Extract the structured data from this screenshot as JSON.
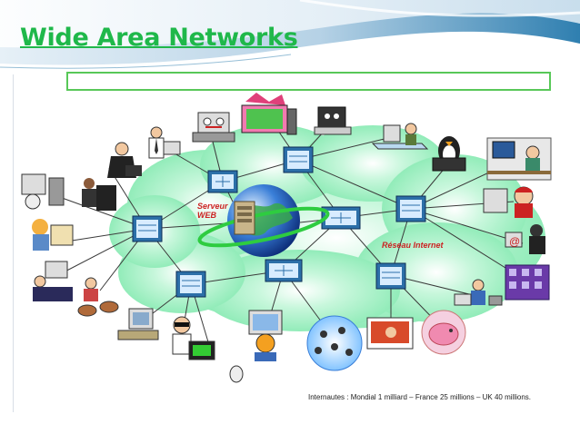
{
  "slide": {
    "title": "Wide Area Networks",
    "subtitle": ""
  },
  "diagram": {
    "server_label_line1": "Serveur",
    "server_label_line2": "WEB",
    "network_label": "Réseau Internet",
    "footnote": "Internautes : Mondial 1 milliard – France 25 millions – UK 40 millions."
  },
  "colors": {
    "title": "#1fb84a",
    "cloud": "#8ff0b8",
    "box_border": "#58c858",
    "header_wave": "#2f7fb0",
    "label_red": "#cc2222"
  },
  "icons": [
    "monster-computer-icon",
    "fax-robot-icon",
    "computer-face-icon",
    "office-worker-icon",
    "penguin-laptop-icon",
    "desk-user-icon",
    "phone-man-icon",
    "robot-computer-icon",
    "typing-user-icon",
    "computer-user-icon",
    "woman-computer-icon",
    "red-hair-user-icon",
    "email-user-icon",
    "robot-walker-icon",
    "building-icon",
    "man-walking-laptop-icon",
    "piggy-bank-icon",
    "people-globe-icon",
    "old-pc-icon",
    "sunglasses-man-icon",
    "computer-head-icon",
    "drummer-icon"
  ]
}
